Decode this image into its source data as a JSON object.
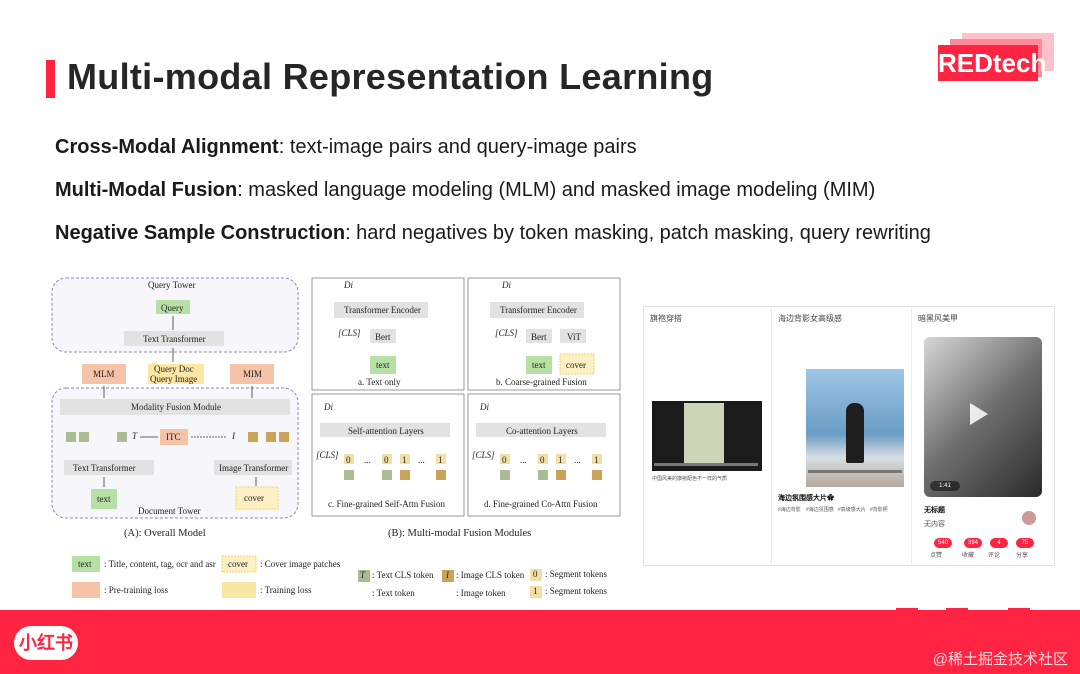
{
  "slide": {
    "title": "Multi-modal Representation Learning",
    "logo_text": "REDtech",
    "bullets": [
      {
        "label": "Cross-Modal Alignment",
        "text": ": text-image pairs and query-image pairs"
      },
      {
        "label": "Multi-Modal Fusion",
        "text": ": masked language modeling (MLM) and masked image modeling (MIM)"
      },
      {
        "label": "Negative Sample Construction",
        "text": ": hard negatives by token masking, patch masking, query rewriting"
      }
    ]
  },
  "figure_a": {
    "query_tower": "Query Tower",
    "query": "Query",
    "text_transformer_top": "Text Transformer",
    "mlm": "MLM",
    "query_doc": "Query Doc",
    "query_image": "Query Image",
    "mim": "MIM",
    "modality_fusion": "Modality Fusion Module",
    "itc": "ITC",
    "t_token": "T",
    "i_token": "I",
    "text_transformer_bottom": "Text Transformer",
    "image_transformer": "Image Transformer",
    "text": "text",
    "cover": "cover",
    "document_tower": "Document Tower",
    "caption": "(A): Overall Model"
  },
  "figure_b": {
    "caption": "(B): Multi-modal Fusion Modules",
    "a": {
      "transformer": "Transformer Encoder",
      "cls": "[CLS]",
      "bert": "Bert",
      "text": "text",
      "di": "Di",
      "caption": "a. Text only"
    },
    "b": {
      "transformer": "Transformer Encoder",
      "cls": "[CLS]",
      "bert": "Bert",
      "vit": "ViT",
      "text": "text",
      "cover": "cover",
      "di": "Di",
      "caption": "b. Coarse-grained Fusion"
    },
    "c": {
      "layers": "Self-attention Layers",
      "cls": "[CLS]",
      "di": "Di",
      "caption": "c. Fine-grained Self-Attn Fusion"
    },
    "d": {
      "layers": "Co-attention Layers",
      "cls": "[CLS]",
      "di": "Di",
      "caption": "d. Fine-grained Co-Attn Fusion"
    },
    "seg_tokens": [
      "0",
      "...",
      "0",
      "1",
      "...",
      "1"
    ]
  },
  "legend": {
    "text_box": "text",
    "text_desc": ": Title, content, tag, ocr and asr",
    "cover_box": "cover",
    "cover_desc": ": Cover image patches",
    "pretrain_desc": ": Pre-training loss",
    "training_desc": ": Training loss",
    "t_cls_label": "T",
    "t_cls_desc": ": Text CLS token",
    "i_cls_label": "I",
    "i_cls_desc": ": Image CLS token",
    "seg_label": "0",
    "seg_desc": ": Segment tokens",
    "text_token_desc": ": Text token",
    "image_token_desc": ": Image token",
    "seg2_label": "1",
    "seg2_desc": ": Segment tokens"
  },
  "product_panel": {
    "columns": [
      {
        "header": "旗袍穿搭",
        "caption": "中国风美的旗袍配色不一样的气质"
      },
      {
        "header": "海边背影女高级感",
        "title": "海边氛围感大片✿",
        "tags": [
          "#海边背影",
          "#海边氛围感",
          "#高级感大片",
          "#背影照"
        ]
      },
      {
        "header": "暗黑风美甲",
        "duration": "1:41",
        "note_title": "无标题",
        "note_sub": "无内容",
        "counts": [
          "540",
          "394",
          "4",
          "75"
        ],
        "actions": [
          "点赞",
          "收藏",
          "评论",
          "分享"
        ]
      }
    ]
  },
  "footer": {
    "brand": "小红书",
    "watermark": "@稀土掘金技术社区"
  }
}
